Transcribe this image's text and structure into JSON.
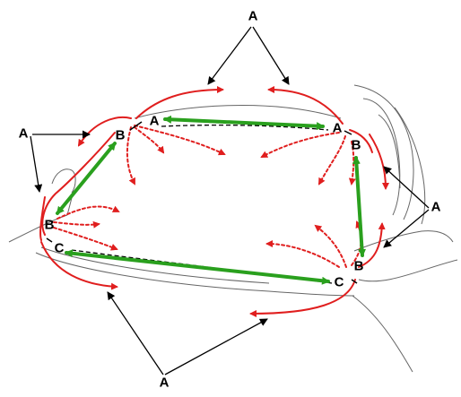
{
  "colors": {
    "outline": "#666666",
    "red_arrow": "#e01e1e",
    "green_arrow": "#2aa01e",
    "leader": "#000000",
    "dashed": "#000000"
  },
  "labels": {
    "a_top": "A",
    "a_left": "A",
    "a_right": "A",
    "a_bottom": "A",
    "corner_a_left": "A",
    "corner_a_right": "A",
    "corner_b_upper_left": "B",
    "corner_b_lower_left": "B",
    "corner_b_upper_right": "B",
    "corner_b_lower_right": "B",
    "corner_c_left": "C",
    "corner_c_right": "C"
  }
}
